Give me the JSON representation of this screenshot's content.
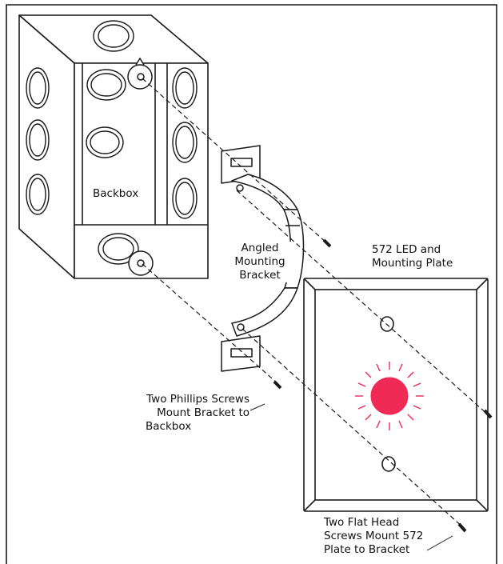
{
  "labels": {
    "backbox": "Backbox",
    "bracket": [
      "Angled",
      "Mounting",
      "Bracket"
    ],
    "plate": [
      "572 LED and",
      "Mounting Plate"
    ],
    "phillips": [
      "Two Phillips Screws",
      "Mount Bracket to",
      "Backbox"
    ],
    "flathead": [
      "Two Flat Head",
      "Screws Mount 572",
      "Plate to Bracket"
    ]
  },
  "colors": {
    "line": "#1a1a1a",
    "led": "#ee2a55",
    "background": "#ffffff"
  }
}
